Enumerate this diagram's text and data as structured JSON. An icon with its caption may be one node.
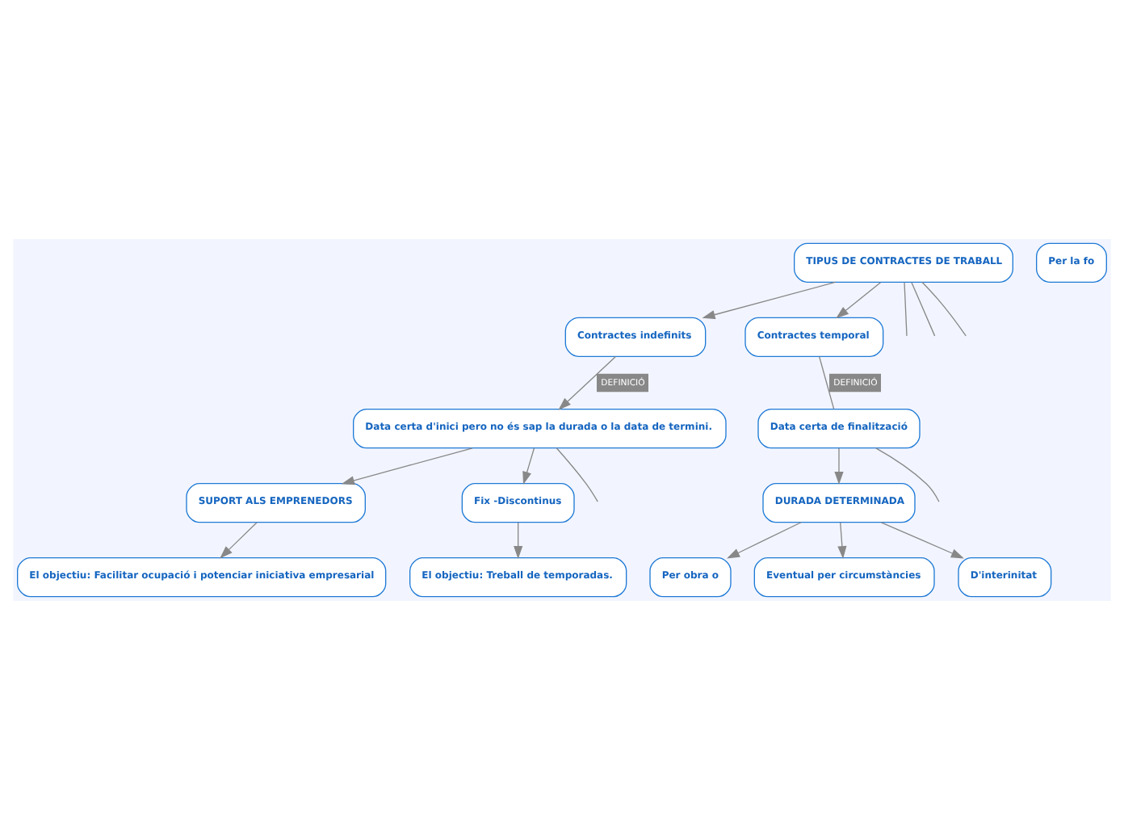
{
  "diagram": {
    "nodes": [
      {
        "text": [
          "TIPUS DE CONTRACTES DE TRABALL"
        ]
      },
      {
        "text": [
          "Contractes indefinits"
        ]
      },
      {
        "text": [
          "Contractes temporal"
        ]
      },
      {
        "text": [
          "Data certa d'inici pero no és sap la durada o la data de termini."
        ]
      },
      {
        "text": [
          "Data certa de finalització"
        ]
      },
      {
        "text": [
          "SUPORT ALS EMPRENEDORS"
        ]
      },
      {
        "text": [
          "Fix -Discontinus"
        ]
      },
      {
        "text": [
          "El objectiu: Facilitar ocupació i potenciar iniciativa empresarial"
        ]
      },
      {
        "text": [
          "El objectiu: Treball de temporadas."
        ]
      },
      {
        "text": [
          "DURADA DETERMINADA"
        ]
      },
      {
        "text": [
          "Per obra o"
        ]
      },
      {
        "text": [
          "Eventual per circumstàncies"
        ]
      },
      {
        "text": [
          "D'interinitat"
        ]
      },
      {
        "text": [
          "Per la fo"
        ]
      }
    ],
    "edges": [
      {
        "from": 0,
        "to": 1,
        "arrow": "to"
      },
      {
        "from": 0,
        "to": 2,
        "arrow": "to"
      },
      {
        "from": 0,
        "to": null,
        "arrow": "none"
      },
      {
        "from": 0,
        "to": null,
        "arrow": "none"
      },
      {
        "from": 0,
        "to": null,
        "arrow": "none"
      },
      {
        "from": 1,
        "to": 3,
        "arrow": "to",
        "label": "DEFINICIÓ"
      },
      {
        "from": 2,
        "to": 4,
        "arrow": "none",
        "label": "DEFINICIÓ"
      },
      {
        "from": 3,
        "to": null,
        "arrow": "none"
      },
      {
        "from": 3,
        "to": 5,
        "arrow": "to"
      },
      {
        "from": 3,
        "to": 6,
        "arrow": "to"
      },
      {
        "from": 5,
        "to": 7,
        "arrow": "to"
      },
      {
        "from": 6,
        "to": 8,
        "arrow": "to"
      },
      {
        "from": 4,
        "to": 9,
        "arrow": "to"
      },
      {
        "from": 4,
        "to": null,
        "arrow": "none"
      },
      {
        "from": 9,
        "to": 10,
        "arrow": "to"
      },
      {
        "from": 9,
        "to": 11,
        "arrow": "to"
      },
      {
        "from": 9,
        "to": 12,
        "arrow": "to"
      }
    ]
  }
}
